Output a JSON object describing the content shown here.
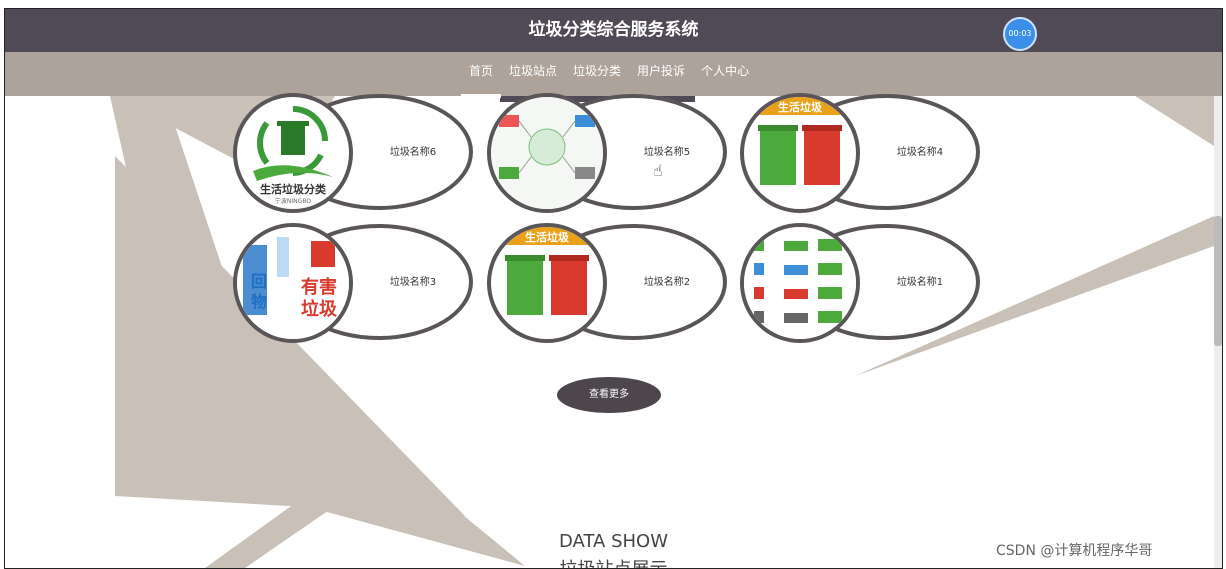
{
  "header": {
    "title": "垃圾分类综合服务系统",
    "timer": "00:03"
  },
  "nav": [
    {
      "label": "首页",
      "active": true
    },
    {
      "label": "垃圾站点"
    },
    {
      "label": "垃圾分类"
    },
    {
      "label": "用户投诉"
    },
    {
      "label": "个人中心"
    }
  ],
  "cards": [
    {
      "label": "垃圾名称6",
      "image": "recycle-bin-logo"
    },
    {
      "label": "垃圾名称5",
      "image": "sorting-diagram"
    },
    {
      "label": "垃圾名称4",
      "image": "green-red-bins"
    },
    {
      "label": "垃圾名称3",
      "image": "hazardous-waste-sign"
    },
    {
      "label": "垃圾名称2",
      "image": "green-red-bins"
    },
    {
      "label": "垃圾名称1",
      "image": "bins-to-trucks"
    }
  ],
  "card_text": {
    "logo_caption": "生活垃圾分类",
    "logo_subcaption": "宁波NINGBO",
    "banner": "生活垃圾",
    "hazard_word1": "有害",
    "hazard_word2": "垃圾",
    "hazard_word3": "回",
    "hazard_word4": "物"
  },
  "more_button": "查看更多",
  "section": {
    "title": "DATA SHOW",
    "subtitle": "垃圾站点展示"
  },
  "watermark": "CSDN @计算机程序华哥",
  "colors": {
    "header": "#504a56",
    "nav": "#ada39b",
    "accent_bg": "#c9c1b8"
  }
}
